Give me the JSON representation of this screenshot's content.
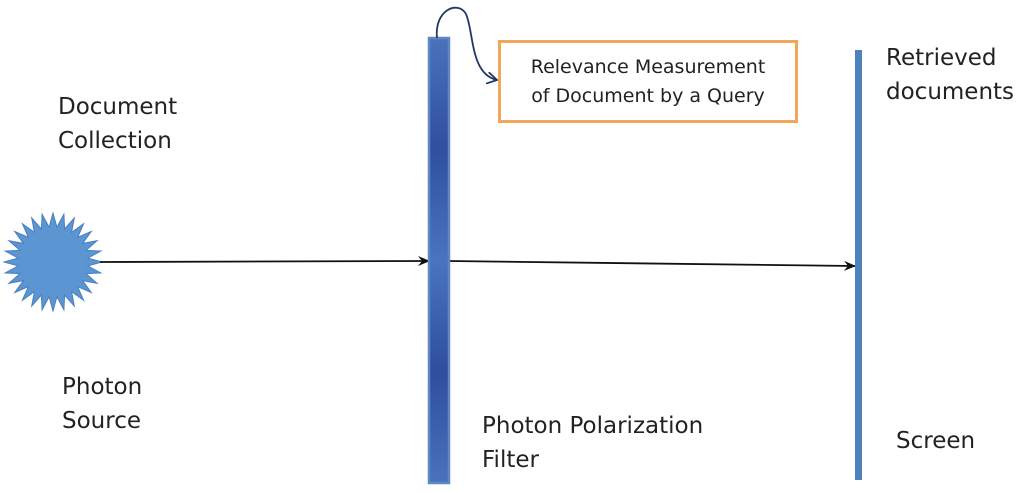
{
  "labels": {
    "document_collection": [
      "Document",
      "Collection"
    ],
    "photon_source": [
      "Photon",
      "Source"
    ],
    "polarization_filter": [
      "Photon Polarization",
      "Filter"
    ],
    "retrieved_documents": [
      "Retrieved",
      "documents"
    ],
    "screen": "Screen"
  },
  "callout": {
    "lines": [
      "Relevance Measurement",
      "of Document by a Query"
    ]
  },
  "colors": {
    "source_fill": "#5b95d2",
    "filter_fill": "#3d62b0",
    "filter_edge": "#5e87c6",
    "screen_fill": "#4f81bd",
    "callout_border": "#f2a65a",
    "curve": "#1f3864",
    "arrow": "#111111"
  },
  "icons": {
    "source": "starburst-icon"
  }
}
